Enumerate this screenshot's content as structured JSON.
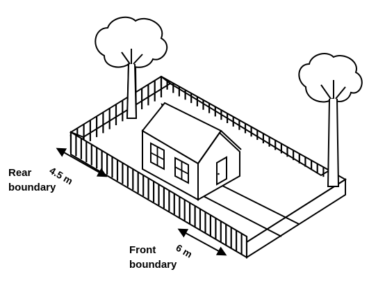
{
  "labels": {
    "rear_line1": "Rear",
    "rear_line2": "boundary",
    "rear_dim": "4.5 m",
    "front_line1": "Front",
    "front_line2": "boundary",
    "front_dim": "6 m"
  },
  "colors": {
    "stroke": "#000000",
    "fill": "#ffffff"
  }
}
